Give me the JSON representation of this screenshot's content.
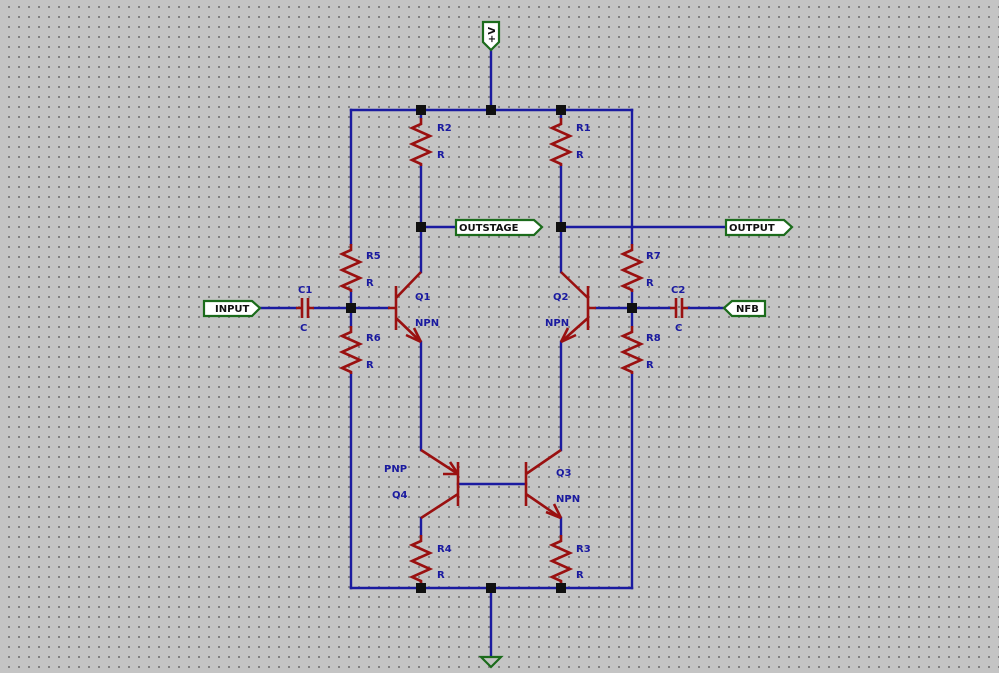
{
  "ports": {
    "vplus": "+V",
    "input": "INPUT",
    "outstage": "OUTSTAGE",
    "output": "OUTPUT",
    "nfb": "NFB"
  },
  "components": {
    "r1": {
      "ref": "R1",
      "value": "R"
    },
    "r2": {
      "ref": "R2",
      "value": "R"
    },
    "r3": {
      "ref": "R3",
      "value": "R"
    },
    "r4": {
      "ref": "R4",
      "value": "R"
    },
    "r5": {
      "ref": "R5",
      "value": "R"
    },
    "r6": {
      "ref": "R6",
      "value": "R"
    },
    "r7": {
      "ref": "R7",
      "value": "R"
    },
    "r8": {
      "ref": "R8",
      "value": "R"
    },
    "c1": {
      "ref": "C1",
      "value": "C"
    },
    "c2": {
      "ref": "C2",
      "value": "C"
    },
    "q1": {
      "ref": "Q1",
      "type": "NPN"
    },
    "q2": {
      "ref": "Q2",
      "type": "NPN"
    },
    "q3": {
      "ref": "Q3",
      "type": "NPN"
    },
    "q4": {
      "ref": "Q4",
      "type": "PNP"
    }
  },
  "colors": {
    "wire": "#1a1aa0",
    "component": "#9a1010",
    "port_border": "#1b6b1b",
    "junction": "#101010",
    "grid_background": "#c4c4c4"
  }
}
